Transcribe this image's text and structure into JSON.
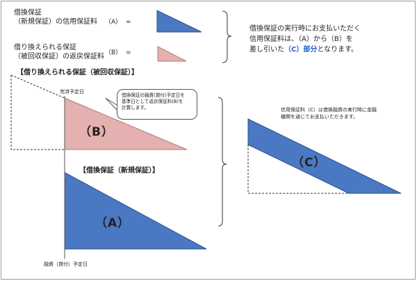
{
  "top_legend": {
    "new_line1": "借換保証",
    "new_line2": "（新規保証）の信用保証料",
    "new_symbol": "（A）",
    "new_equals": "=",
    "refinanced_line1": "借り換えられる保証",
    "refinanced_line2": "（被回収保証）の返戻保証料",
    "refinanced_symbol": "（B）",
    "refinanced_equals": "="
  },
  "summary": {
    "line1": "借換保証の実行時にお支払いただく",
    "line2": "信用保証料は、（A）から（B）を",
    "line3_prefix": "差し引いた",
    "line3_highlight": "（C）部分",
    "line3_suffix": "となります。"
  },
  "section_refinanced_title": "【借り換えられる保証（被回収保証）】",
  "section_new_title": "【借換保証（新規保証）】",
  "repay_date_label": "完済予定日",
  "callout": {
    "line1": "借換保証の融資(貸付)予定日を",
    "line2": "基準日として返戻保証料(B)を",
    "line3": "計算します。"
  },
  "label_b": "（B）",
  "label_a": "（A）",
  "label_c": "（C）",
  "right_note": {
    "line1": "信用保証料（C）は借換融資の実行時に金融",
    "line2": "機関を通じてお支払いただきます。"
  },
  "loan_date_label": "融資（貸付）予定日",
  "colors": {
    "blue_fill": "#4a78c2",
    "blue_stroke": "#2c4f8f",
    "pink_fill": "#e5b0b0",
    "pink_stroke": "#b07878",
    "highlight": "#1f63c9"
  }
}
